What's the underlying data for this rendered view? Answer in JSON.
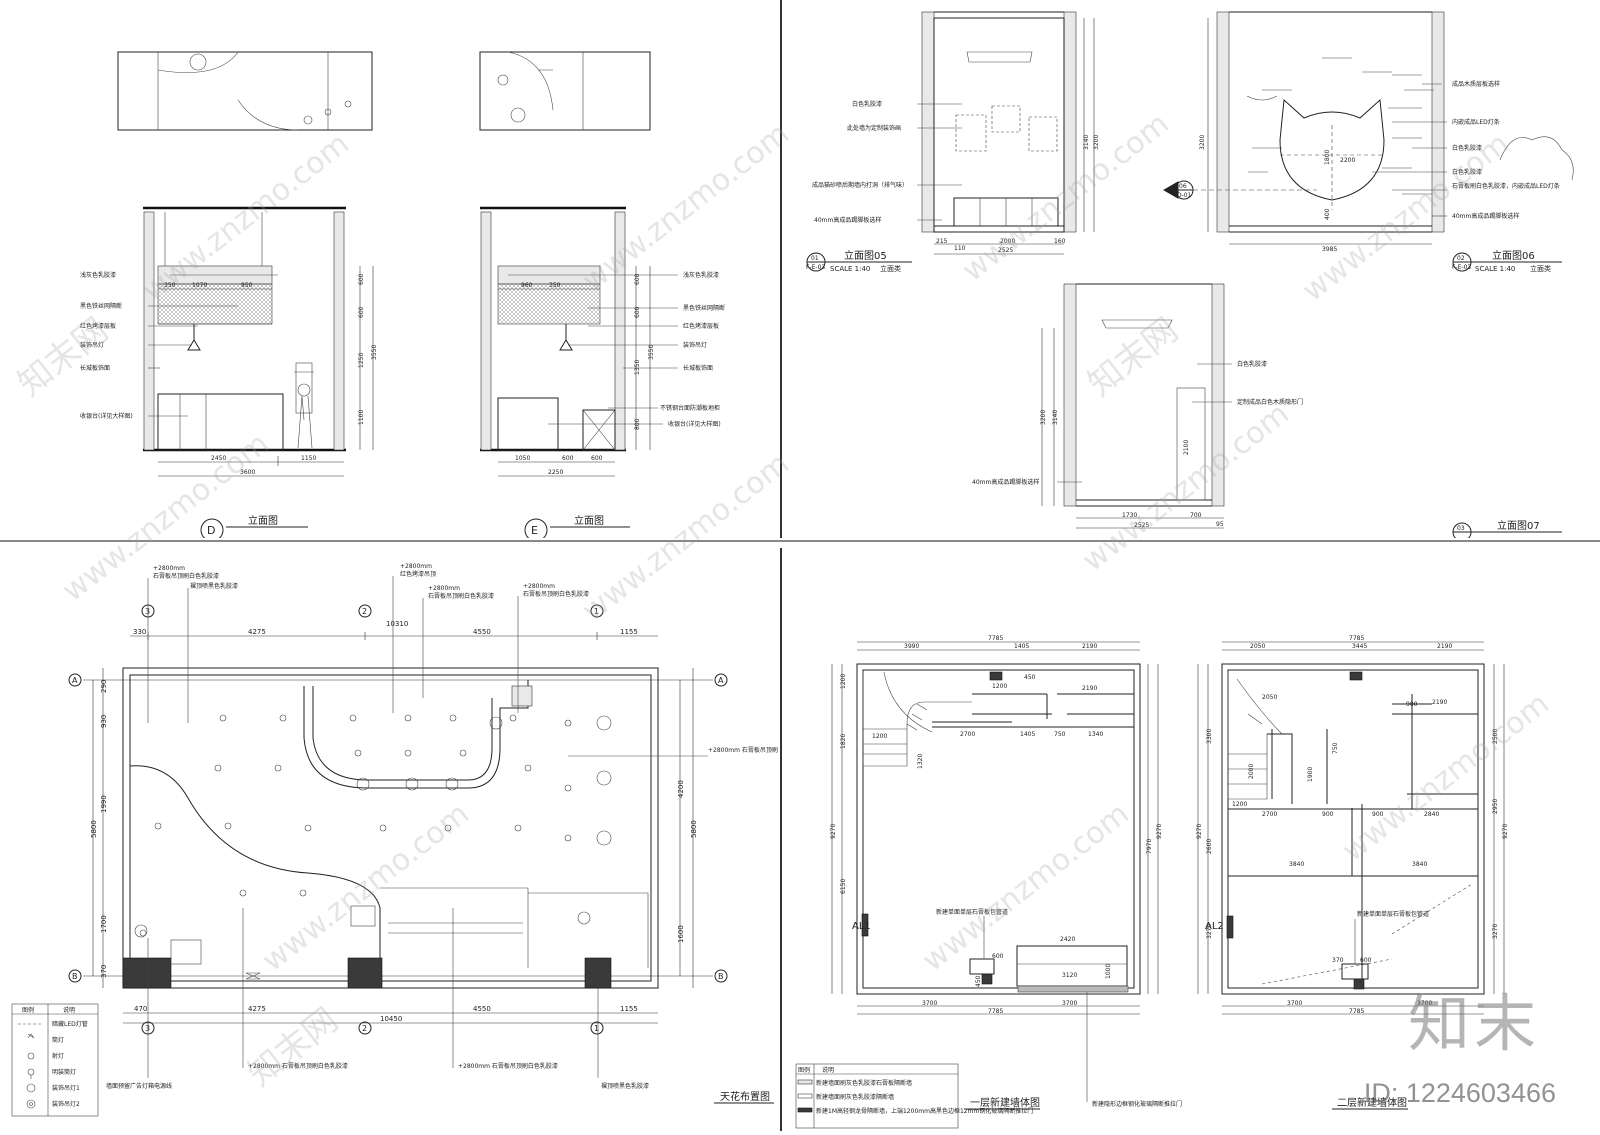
{
  "panels": {
    "elev_de": {
      "title_d": "立面图",
      "title_e": "立面图",
      "marker_d": "D",
      "marker_e": "E",
      "labels_d": [
        "浅灰色乳胶漆",
        "黑色铁丝网隔断",
        "红色烤漆层板",
        "装饰吊灯",
        "长城板饰面",
        "收银台(详见大样图)"
      ],
      "labels_e": [
        "浅灰色乳胶漆",
        "黑色铁丝网隔断",
        "红色烤漆层板",
        "装饰吊灯",
        "长城板饰面",
        "不锈钢台面防潮板地柜",
        "收银台(详见大样图)"
      ],
      "dims_d": [
        "2450",
        "1150",
        "3600",
        "1070",
        "350",
        "950",
        "600",
        "600",
        "1250",
        "1100",
        "3550"
      ],
      "dims_e": [
        "1050",
        "600",
        "600",
        "2250",
        "960",
        "350",
        "600",
        "600",
        "1350",
        "800",
        "3550"
      ]
    },
    "elev_05": {
      "title": "立面图05",
      "index": "01",
      "sheet": "F-E-03",
      "scale": "SCALE 1:40",
      "type": "立面类",
      "labels": [
        "白色乳胶漆",
        "此处墙为定制装饰画",
        "成品猫砂喷后期墙内打洞（排气味）",
        "40mm高成品踢脚板选样"
      ],
      "dims": [
        "215",
        "110",
        "2000",
        "160",
        "2525",
        "3140",
        "3200"
      ]
    },
    "elev_06": {
      "title": "立面图06",
      "index": "02",
      "sheet": "F-E-03",
      "scale": "SCALE 1:40",
      "type": "立面类",
      "section_tag": "06",
      "section_sheet": "D-01",
      "labels": [
        "成品木质层板选样",
        "内嵌成品LED灯条",
        "白色乳胶漆",
        "白色乳胶漆",
        "石膏板刷白色乳胶漆，内嵌成品LED灯条",
        "40mm高成品踢脚板选样"
      ],
      "dims": [
        "3200",
        "1800",
        "2200",
        "400",
        "3985"
      ]
    },
    "elev_07": {
      "title": "立面图07",
      "index": "03",
      "labels": [
        "白色乳胶漆",
        "定制成品白色木质隐形门",
        "40mm高成品踢脚板选样"
      ],
      "dims": [
        "1730",
        "700",
        "95",
        "2525",
        "3200",
        "3140",
        "2100"
      ]
    },
    "ceiling": {
      "title": "天花布置图",
      "axis_a": "A",
      "axis_b": "B",
      "axis_1": "1",
      "axis_2": "2",
      "axis_3": "3",
      "top_dims": [
        "330",
        "4275",
        "4550",
        "1155",
        "10310"
      ],
      "bottom_dims": [
        "470",
        "4275",
        "4550",
        "1155",
        "10450"
      ],
      "left_dims": [
        "290",
        "930",
        "1990",
        "5800",
        "1700",
        "370"
      ],
      "right_dims": [
        "4200",
        "5800",
        "1600"
      ],
      "labels_top": [
        "+2800mm",
        "石膏板吊顶刷白色乳胶漆",
        "裸顶喷黑色乳胶漆",
        "+2800mm",
        "红色烤漆吊顶",
        "+2800mm",
        "石膏板吊顶刷白色乳胶漆",
        "+2800mm",
        "石膏板吊顶刷白色乳胶漆"
      ],
      "label_right": "+2800mm 石膏板吊顶刷白色乳胶漆",
      "labels_bottom": [
        "墙面预留广告灯箱电源线",
        "+2800mm 石膏板吊顶刷白色乳胶漆",
        "+2800mm 石膏板吊顶刷白色乳胶漆",
        "裸顶喷黑色乳胶漆"
      ],
      "legend_head": [
        "图例",
        "说明"
      ],
      "legend": [
        "暗藏LED灯管",
        "筒灯",
        "射灯",
        "明装筒灯",
        "装饰吊灯1",
        "装饰吊灯2"
      ]
    },
    "floor1": {
      "title": "一层新建墙体图",
      "axis_label": "AL1",
      "top_dims": [
        "7785",
        "3990",
        "1405",
        "2190"
      ],
      "inner_dims": [
        "1200",
        "450",
        "2190",
        "2700",
        "1405",
        "750",
        "1340",
        "1320",
        "1200"
      ],
      "left_dims": [
        "1200",
        "1820",
        "9270",
        "6150"
      ],
      "right_dims": [
        "9270",
        "7970"
      ],
      "bottom_dims": [
        "3700",
        "3700",
        "7785",
        "2420",
        "3120",
        "1000",
        "450",
        "600"
      ],
      "note": "新建单面单层石膏板包管道",
      "note_bottom": "新建隐形边框钢化玻璃隔断推拉门",
      "legend_head": [
        "图例",
        "说明"
      ],
      "legend": [
        "新建墙面刷灰色乳胶漆石膏板隔断墙",
        "新建墙面刷灰色乳胶漆隔断墙",
        "新建1M高轻钢龙骨隔断墙，上端1200mm高黑色边框12mm钢化玻璃隔断推拉门"
      ]
    },
    "floor2": {
      "title": "二层新建墙体图",
      "axis_label": "AL2",
      "top_dims": [
        "7785",
        "2050",
        "3445",
        "2190"
      ],
      "inner_dims": [
        "2050",
        "2190",
        "900",
        "2000",
        "1900",
        "750",
        "1200",
        "2700",
        "900",
        "900",
        "2840",
        "3840",
        "3840"
      ],
      "left_dims": [
        "3300",
        "9270",
        "2600",
        "3270"
      ],
      "right_dims": [
        "2500",
        "2950",
        "9270",
        "3270"
      ],
      "bottom_dims": [
        "3700",
        "3700",
        "7785",
        "370",
        "600"
      ],
      "note": "新建单面单层石膏板包管道"
    }
  },
  "watermark": "www.znzmo.com",
  "watermark_cn": "知末网",
  "brand": "知末",
  "image_id": "ID: 1224603466"
}
